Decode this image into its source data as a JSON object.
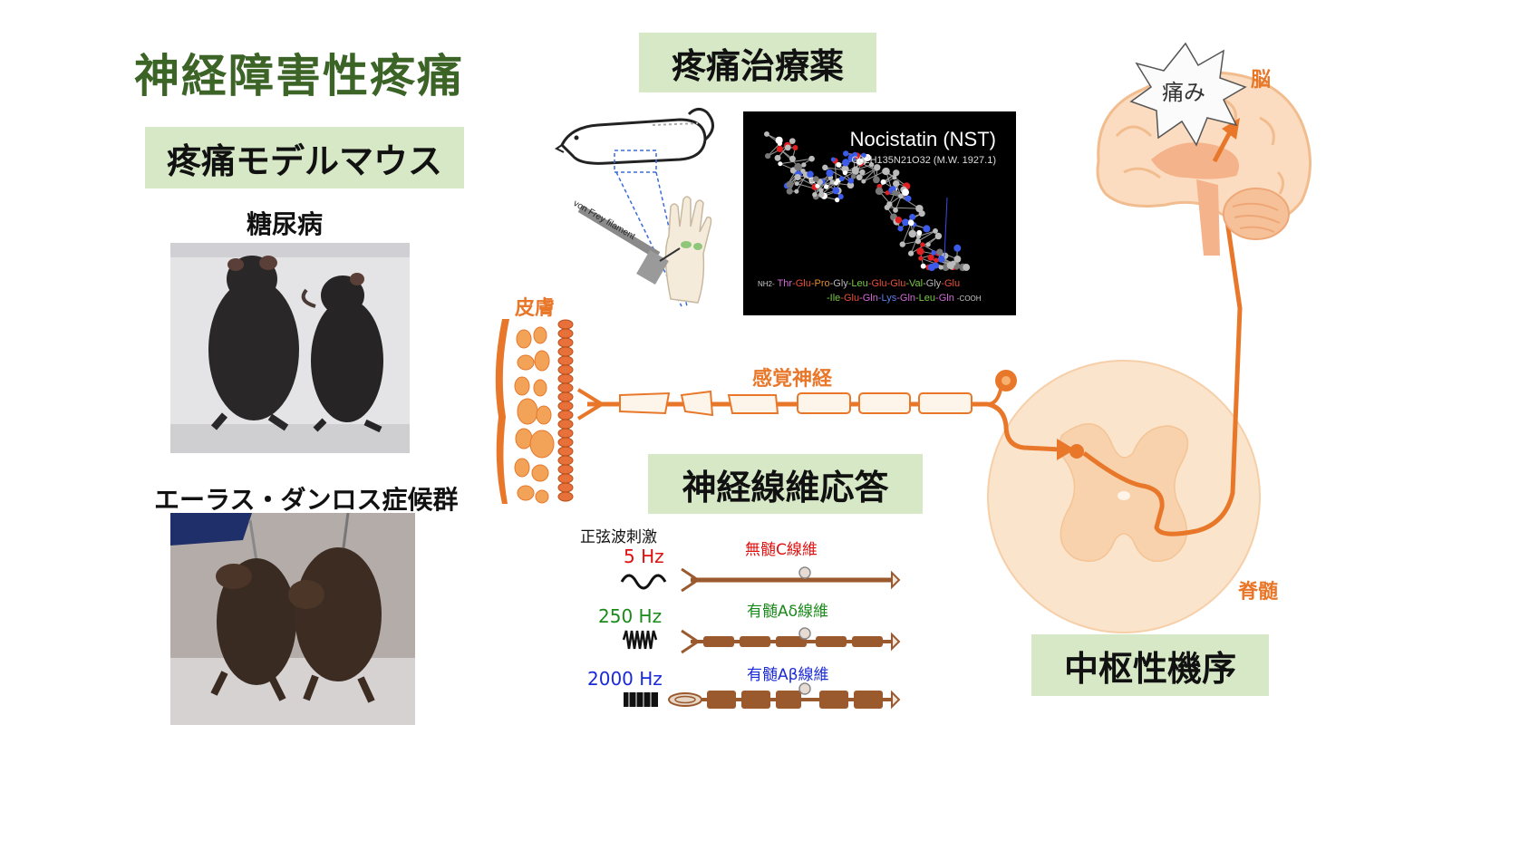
{
  "title": "神経障害性疼痛",
  "model_box": "疼痛モデルマウス",
  "drug_box": "疼痛治療薬",
  "response_box": "神経線維応答",
  "central_box": "中枢性機序",
  "diabetes_label": "糖尿病",
  "eds_label": "エーラス・ダンロス症候群",
  "skin_label": "皮膚",
  "sensory_nerve_label": "感覚神経",
  "brain_label": "脳",
  "pain_label": "痛み",
  "spinal_cord_label": "脊髄",
  "filament_label": "von Frey filament",
  "molecule": {
    "name": "Nocistatin (NST)",
    "formula": "C82H135N21O32 (M.W. 1927.1)",
    "seq_prefix": "NH2-",
    "seq_line1": [
      "Thr",
      "Glu",
      "Pro",
      "Gly",
      "Leu",
      "Glu",
      "Glu",
      "Val",
      "Gly",
      "Glu"
    ],
    "seq_line1_colors": [
      "#d36bd8",
      "#e8503a",
      "#e88a2a",
      "#b8b8b8",
      "#7ac943",
      "#e8503a",
      "#e8503a",
      "#7ac943",
      "#b8b8b8",
      "#e8503a"
    ],
    "seq_line2": [
      "Ile",
      "Glu",
      "Gln",
      "Lys",
      "Gln",
      "Leu",
      "Gln"
    ],
    "seq_line2_colors": [
      "#7ac943",
      "#e8503a",
      "#d36bd8",
      "#5b7fe8",
      "#d36bd8",
      "#7ac943",
      "#d36bd8"
    ],
    "seq_suffix": "-COOH"
  },
  "stimulus": {
    "header": "正弦波刺激",
    "rows": [
      {
        "freq": "5 Hz",
        "freq_color": "#e01010",
        "fiber": "無髄C線維",
        "fiber_color": "#e01010"
      },
      {
        "freq": "250 Hz",
        "freq_color": "#1a8a1a",
        "fiber": "有髄Aδ線維",
        "fiber_color": "#1a8a1a"
      },
      {
        "freq": "2000 Hz",
        "freq_color": "#1a2ad8",
        "fiber": "有髄Aβ線維",
        "fiber_color": "#1a2ad8"
      }
    ]
  },
  "colors": {
    "title_green": "#3b6426",
    "box_green": "#d7e8c7",
    "accent_orange": "#e8772a",
    "fiber_brown": "#9b5a2e"
  }
}
